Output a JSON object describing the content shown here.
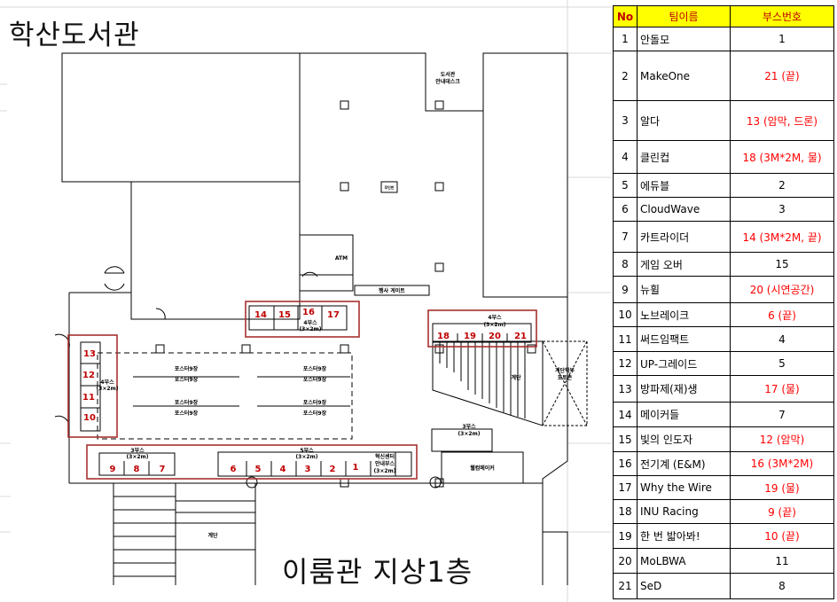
{
  "title": "학산도서관",
  "floor_label": "이룸관 지상1층",
  "table": {
    "headers": [
      "No",
      "팀이름",
      "부스번호"
    ],
    "rows": [
      {
        "no": "1",
        "team": "안돌모",
        "booth": "1",
        "red": false
      },
      {
        "no": "2",
        "team": "MakeOne",
        "booth": "21 (끝)",
        "red": true
      },
      {
        "no": "3",
        "team": "알다",
        "booth": "13 (암막, 드론)",
        "red": true
      },
      {
        "no": "4",
        "team": "클린컵",
        "booth": "18  (3M*2M, 물)",
        "red": true
      },
      {
        "no": "5",
        "team": "에듀블",
        "booth": "2",
        "red": false
      },
      {
        "no": "6",
        "team": "CloudWave",
        "booth": "3",
        "red": false
      },
      {
        "no": "7",
        "team": "카트라이더",
        "booth": "14 (3M*2M, 끝)",
        "red": true
      },
      {
        "no": "8",
        "team": "게임 오버",
        "booth": "15",
        "red": false
      },
      {
        "no": "9",
        "team": "뉴휠",
        "booth": "20 (시연공간)",
        "red": true
      },
      {
        "no": "10",
        "team": "노브레이크",
        "booth": "6 (끝)",
        "red": true
      },
      {
        "no": "11",
        "team": "써드임팩트",
        "booth": "4",
        "red": false
      },
      {
        "no": "12",
        "team": "UP-그레이드",
        "booth": "5",
        "red": false
      },
      {
        "no": "13",
        "team": "방파제(재)생",
        "booth": "17 (물)",
        "red": true
      },
      {
        "no": "14",
        "team": "메이커들",
        "booth": "7",
        "red": false
      },
      {
        "no": "15",
        "team": "빛의 인도자",
        "booth": "12 (암막)",
        "red": true
      },
      {
        "no": "16",
        "team": "전기계 (E&M)",
        "booth": "16 (3M*2M)",
        "red": true
      },
      {
        "no": "17",
        "team": "Why the Wire",
        "booth": "19 (물)",
        "red": true
      },
      {
        "no": "18",
        "team": "INU Racing",
        "booth": "9 (끝)",
        "red": true
      },
      {
        "no": "19",
        "team": "한 번 밟아봐!",
        "booth": "10 (끝)",
        "red": true
      },
      {
        "no": "20",
        "team": "MoLBWA",
        "booth": "11",
        "red": false
      },
      {
        "no": "21",
        "team": "SeD",
        "booth": "8",
        "red": false
      }
    ]
  },
  "map": {
    "booth_numbers": {
      "top_group": [
        "14",
        "15",
        "16",
        "17"
      ],
      "right_group": [
        "18",
        "19",
        "20",
        "21"
      ],
      "left_group": [
        "13",
        "12",
        "11",
        "10"
      ],
      "bottom_left": [
        "9",
        "8",
        "7"
      ],
      "bottom_main": [
        "6",
        "5",
        "4",
        "3",
        "2",
        "1"
      ]
    },
    "labels": {
      "top_group_4": "4부스",
      "top_group_size": "(3×2m)",
      "right_group_4": "4부스",
      "right_group_size": "(3×2m)",
      "left_group_4": "4부스",
      "left_group_size": "(3×2m)",
      "bottom_left_3": "3부스",
      "bottom_left_size": "(3×2m)",
      "bottom_main_5": "5부스",
      "bottom_main_size": "(3×2m)",
      "info_booth": "혁신센터",
      "info_booth_2": "안내부스",
      "info_booth_3": "(3×2m)",
      "booth_3": "3부스",
      "booth_3_size": "(3×2m)",
      "poster": "포스터9장",
      "stairs": "계단",
      "stairs_2": "계단",
      "gate": "행사 게이트",
      "atm": "ATM",
      "book_kiosk": "도서관",
      "book_kiosk_2": "안내데스크",
      "maker_space": "웰컴메이커",
      "hall_label": "계단학부",
      "hall_label_2": "포토존",
      "small_tag": "무인반"
    }
  }
}
